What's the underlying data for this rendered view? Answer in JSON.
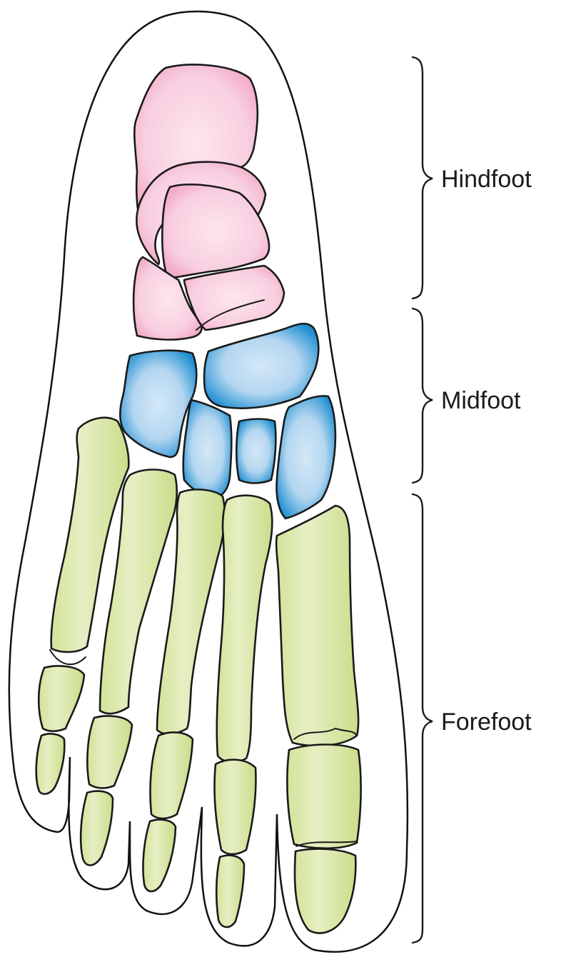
{
  "regions": [
    {
      "label": "Hindfoot",
      "color": "#f6c1d6"
    },
    {
      "label": "Midfoot",
      "color": "#1f8fd0"
    },
    {
      "label": "Forefoot",
      "color": "#cfe28a"
    }
  ],
  "colors": {
    "outline": "#111111",
    "hindfoot_fill": "#f9d3e3",
    "midfoot_fill": "#b8d9f1",
    "midfoot_edge": "#1f8fd0",
    "forefoot_fill": "#e2ecbd"
  }
}
